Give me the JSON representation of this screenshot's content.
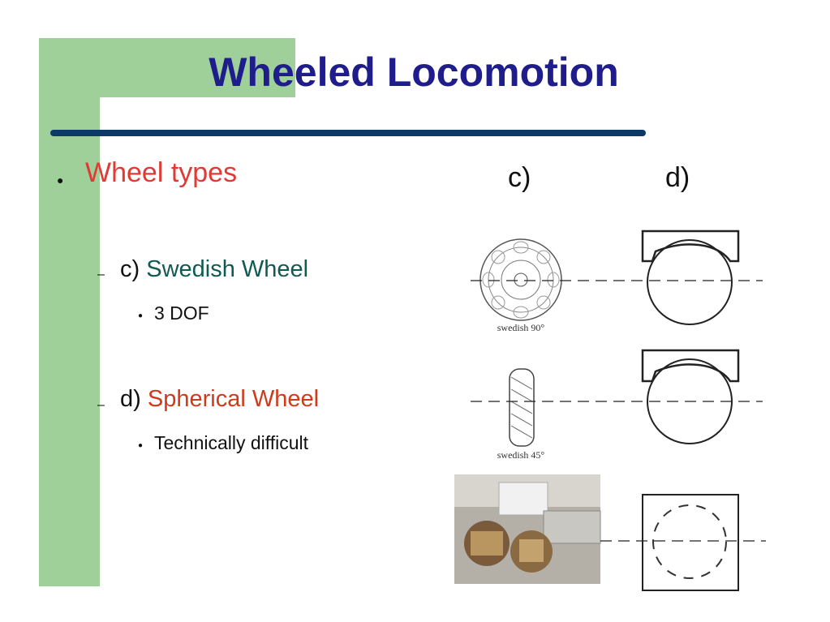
{
  "title": "Wheeled Locomotion",
  "bullets": {
    "main": "Wheel types",
    "c": {
      "prefix": "c)",
      "name": "Swedish Wheel",
      "sub": "3 DOF"
    },
    "d": {
      "prefix": "d)",
      "name": "Spherical Wheel",
      "sub": "Technically difficult"
    }
  },
  "columns": {
    "c": "c)",
    "d": "d)"
  },
  "figure": {
    "label_90": "swedish 90°",
    "label_45": "swedish 45°"
  },
  "colors": {
    "green": "#9fd09a",
    "navy": "#1f1c8c",
    "rule": "#0c3a66",
    "red": "#e03a35",
    "teal": "#0f5a52"
  }
}
